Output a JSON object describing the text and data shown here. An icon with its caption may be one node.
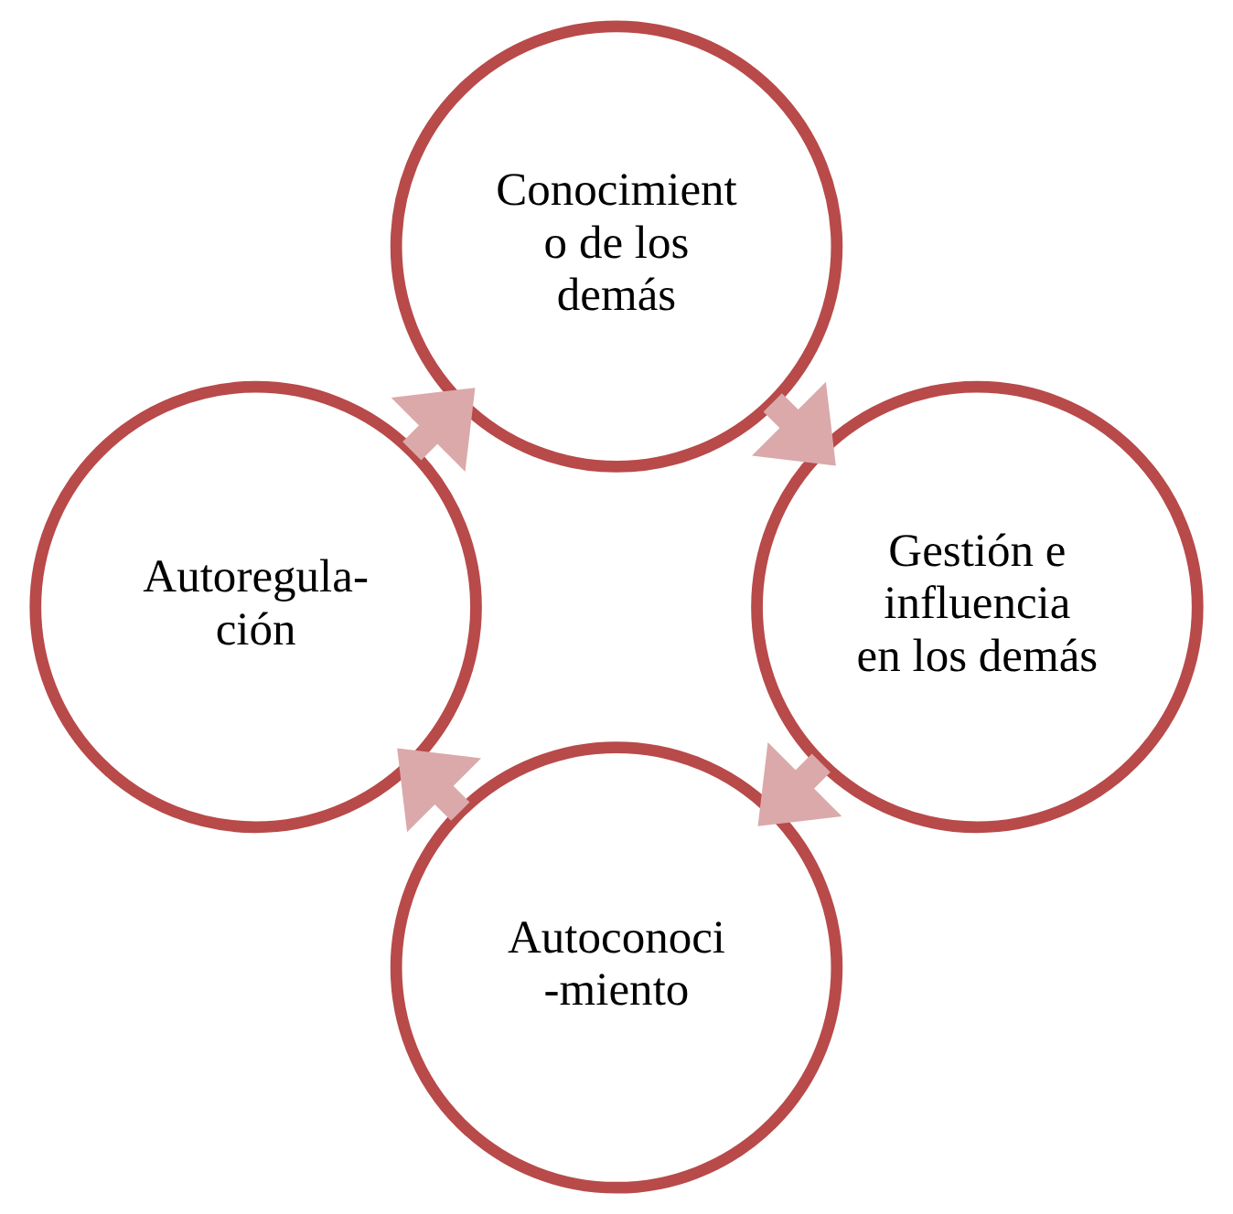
{
  "diagram": {
    "nodes": [
      {
        "text": [
          "Autoconoci -miento"
        ]
      },
      {
        "text": [
          "Autoregula- ción"
        ]
      },
      {
        "text": [
          "Conocimient o de los demás"
        ]
      },
      {
        "text": [
          "Gestión e influencia en los demás"
        ]
      }
    ],
    "edges": [
      {
        "from": 0,
        "to": 1,
        "arrow": "to"
      },
      {
        "from": 1,
        "to": 2,
        "arrow": "to"
      },
      {
        "from": 2,
        "to": 3,
        "arrow": "to"
      },
      {
        "from": 3,
        "to": 0,
        "arrow": "to"
      }
    ]
  }
}
